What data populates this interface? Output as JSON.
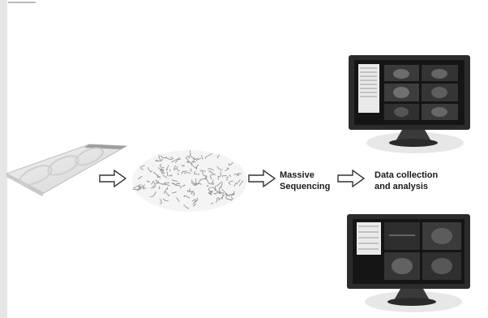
{
  "steps": {
    "sequencing_label_line1": "Massive",
    "sequencing_label_line2": "Sequencing",
    "analysis_label_line1": "Data collection",
    "analysis_label_line2": "and analysis"
  },
  "icons": [
    "microscope-slide-icon",
    "dna-strands-icon",
    "computer-monitor-icon"
  ],
  "colors": {
    "text": "#1a1a1a",
    "monitor_bezel": "#2b2b2b",
    "screen_bg": "#151515"
  }
}
